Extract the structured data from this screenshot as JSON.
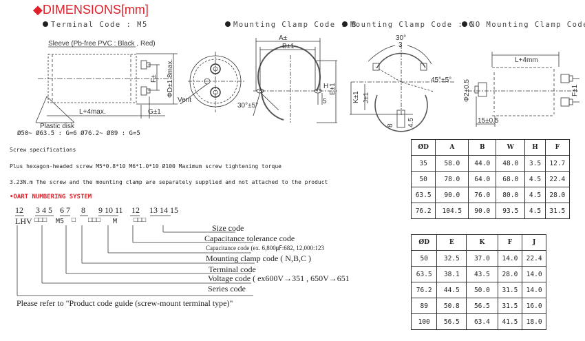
{
  "title": "◆DIMENSIONS[mm]",
  "sections": {
    "terminal": "Terminal Code : M5",
    "clamp_b": "Mounting Clamp Code : B",
    "clamp_c": "Mounting Clamp Code : C",
    "clamp_n": "NO Mounting Clamp Code : N"
  },
  "drawing_labels": {
    "sleeve": "Sleeve (Pb-free PVC : Black , Red)",
    "plastic_disk": "Plastic disk",
    "length": "L+4max.",
    "diameter": "ΦD±1.8max.",
    "f": "F±",
    "g": "G±1",
    "vent": "Vent",
    "angle_b": "30°±5°",
    "a": "A±",
    "b": "B±1",
    "e": "E±1",
    "h": "H",
    "five": "5",
    "angle_c_top": "30°",
    "angle_c_top2": "3",
    "angle_c": "45°±5°",
    "k": "K±1",
    "j": "J±1",
    "c8": "8",
    "c45": "4.5",
    "n_length": "L+4mm",
    "n_f": "F±1",
    "n_d": "Φ2±0.5",
    "n_15": "15±0.5"
  },
  "g_note": "Ø50~ Ø63.5 : G=6 Ø76.2~ Ø89 : G=5",
  "screw": {
    "line1": "Screw specifications",
    "line2": "Plus hexagon-headed  screw M5*0.8*10  M6*1.0*10  Ø100 Maximum  screw tightening  torque",
    "line3": "3.23N.m  The screw and the mounting clamp are separately supplied and not attached to the product"
  },
  "part_numbering": {
    "heading": "•OART NUMBERING SYSTEM",
    "positions": [
      "12",
      "3 4 5",
      "6 7",
      "8",
      "9 10 11",
      "12",
      "13 14 15"
    ],
    "code": [
      "LHV",
      "□□□",
      "M5",
      "□",
      "□□□",
      "M",
      "□□□"
    ],
    "labels": {
      "size": "Size code",
      "cap_tol": "Capacitance  tolerance code",
      "cap": "Capacitance  code (ex. 6,800㎌:682, 12,000:123",
      "clamp": "Mounting clamp  code ( N,B,C )",
      "terminal": "Terminal code",
      "voltage": "Voltage code ( ex600V→351 , 650V→651",
      "series": "Series code"
    },
    "note": "Please refer to \"Product code guide (screw-mount terminal  type)\""
  },
  "table1": {
    "headers": [
      "ØD",
      "A",
      "B",
      "W",
      "H",
      "F"
    ],
    "rows": [
      [
        "35",
        "58.0",
        "44.0",
        "48.0",
        "3.5",
        "12.7"
      ],
      [
        "50",
        "78.0",
        "64.0",
        "68.0",
        "4.5",
        "22.4"
      ],
      [
        "63.5",
        "90.0",
        "76.0",
        "80.0",
        "4.5",
        "28.0"
      ],
      [
        "76.2",
        "104.5",
        "90.0",
        "93.5",
        "4.5",
        "31.5"
      ]
    ]
  },
  "table2": {
    "headers": [
      "ØD",
      "E",
      "K",
      "F",
      "J"
    ],
    "rows": [
      [
        "50",
        "32.5",
        "37.0",
        "14.0",
        "22.4"
      ],
      [
        "63.5",
        "38.1",
        "43.5",
        "28.0",
        "14.0"
      ],
      [
        "76.2",
        "44.5",
        "50.0",
        "31.5",
        "14.0"
      ],
      [
        "89",
        "50.8",
        "56.5",
        "31.5",
        "16.0"
      ],
      [
        "100",
        "56.5",
        "63.4",
        "41.5",
        "18.0"
      ]
    ]
  },
  "colors": {
    "accent": "#e0202a"
  }
}
